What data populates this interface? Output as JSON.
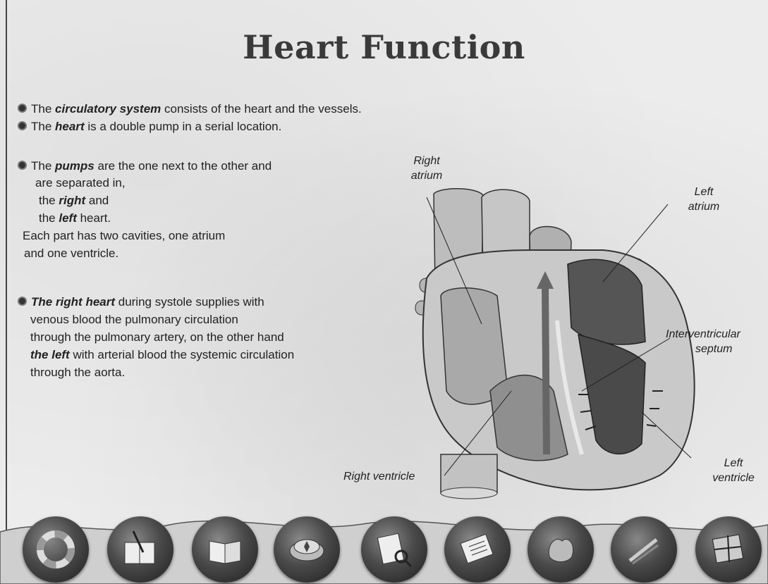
{
  "page": {
    "title": "Heart Function"
  },
  "text": {
    "l1_pre": "The ",
    "l1_em": "circulatory system",
    "l1_post": " consists of the heart and the vessels.",
    "l2_pre": "The ",
    "l2_em": "heart",
    "l2_post": " is a double pump in a serial location.",
    "p1_pre": "The ",
    "p1_em": "pumps",
    "p1_post": " are the one next to the other and",
    "p2": "are separated in,",
    "p3_pre": "the ",
    "p3_em": "right",
    "p3_post": " and",
    "p4_pre": "the ",
    "p4_em": "left",
    "p4_post": " heart.",
    "p5": "Each part has two cavities, one atrium",
    "p6": "and one ventricle.",
    "s1_em": "The right heart",
    "s1_post": " during systole supplies with",
    "s2": "venous blood the pulmonary circulation",
    "s3": "through the pulmonary artery, on the other hand",
    "s4_em": "the left",
    "s4_post": " with arterial blood the systemic circulation",
    "s5": "through the aorta."
  },
  "labels": {
    "right_atrium_1": "Right",
    "right_atrium_2": "atrium",
    "left_atrium_1": "Left",
    "left_atrium_2": "atrium",
    "septum_1": "Interventricular",
    "septum_2": "septum",
    "right_ventricle": "Right ventricle",
    "left_ventricle_1": "Left",
    "left_ventricle_2": "ventricle"
  },
  "nav": [
    {
      "icon": "lifebuoy-icon"
    },
    {
      "icon": "notebook-pen-icon"
    },
    {
      "icon": "open-book-icon"
    },
    {
      "icon": "compass-icon"
    },
    {
      "icon": "document-magnifier-icon"
    },
    {
      "icon": "book-stack-icon"
    },
    {
      "icon": "organ-icon"
    },
    {
      "icon": "brush-icon"
    },
    {
      "icon": "window-grid-icon"
    }
  ]
}
